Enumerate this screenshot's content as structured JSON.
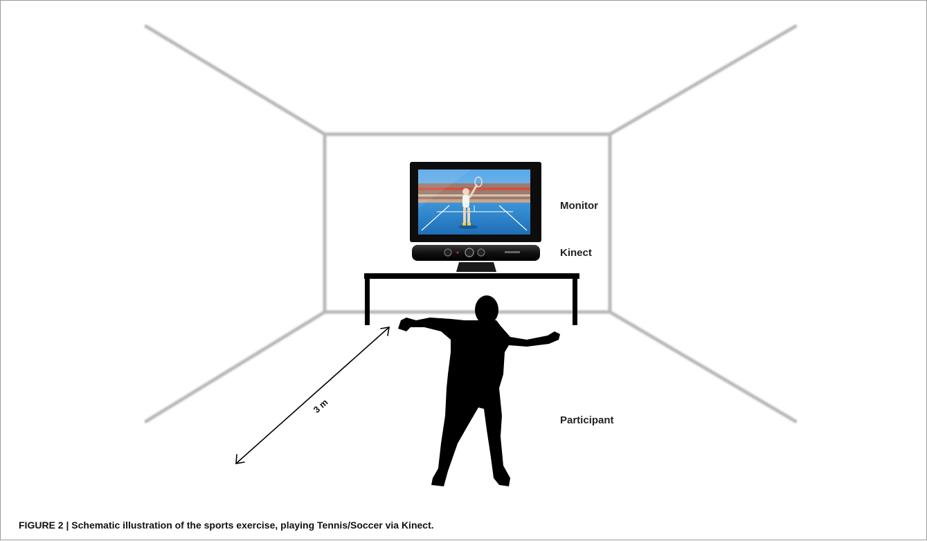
{
  "figure": {
    "labels": {
      "monitor": "Monitor",
      "kinect": "Kinect",
      "participant": "Participant",
      "distance": "3 m"
    },
    "caption": "FIGURE 2 | Schematic illustration of the sports exercise, playing Tennis/Soccer via Kinect."
  },
  "colors": {
    "room_lines": "#b5b5b5",
    "tv_frame": "#0d0d0d",
    "screen_sky": "#3f8fd6",
    "court": "#2d83c9",
    "silhouette": "#000000"
  }
}
